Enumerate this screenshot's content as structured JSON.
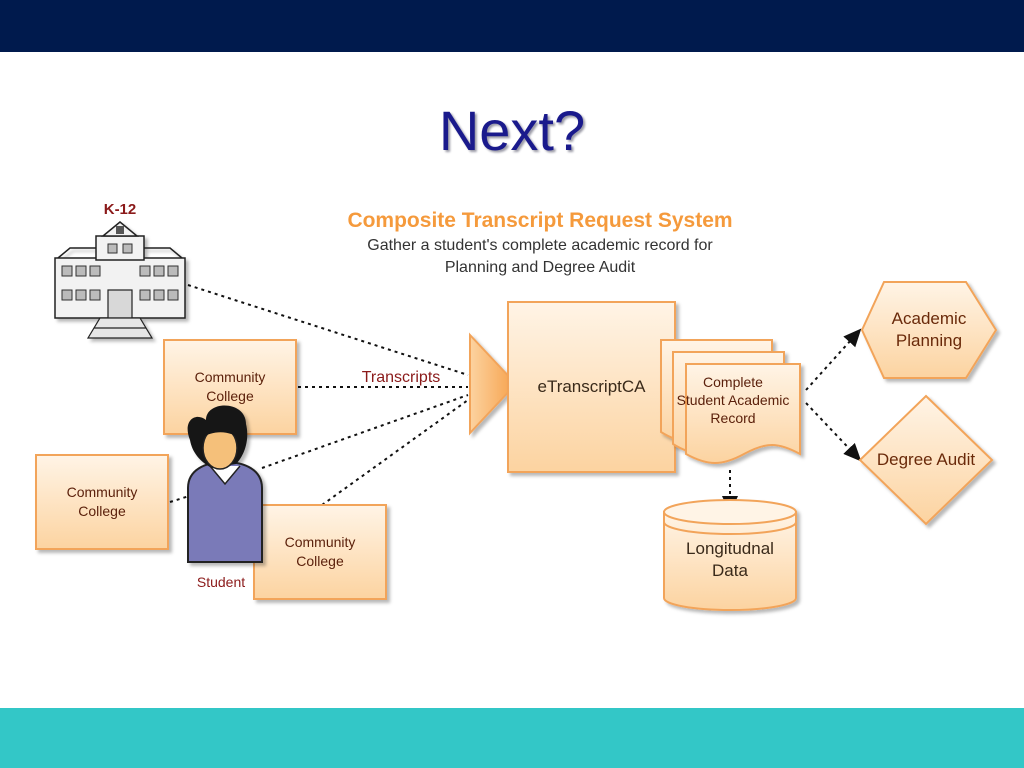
{
  "slide": {
    "title": "Next?"
  },
  "system": {
    "title": "Composite Transcript Request System",
    "subtitle_line1": "Gather a student's complete academic record for",
    "subtitle_line2": "Planning and Degree Audit"
  },
  "sources": {
    "k12_label": "K-12",
    "community_college_line1": "Community",
    "community_college_line2": "College",
    "student_label": "Student"
  },
  "flow": {
    "transcripts_label": "Transcripts"
  },
  "hub": {
    "label": "eTranscriptCA"
  },
  "record": {
    "line1": "Complete",
    "line2": "Student Academic",
    "line3": "Record"
  },
  "storage": {
    "line1": "Longitudnal",
    "line2": "Data"
  },
  "outputs": {
    "planning_line1": "Academic",
    "planning_line2": "Planning",
    "audit": "Degree Audit"
  },
  "colors": {
    "header": "#001a4d",
    "footer": "#33c7c7",
    "title": "#1a1a8c",
    "box_fill_top": "#fff4e6",
    "box_fill_bottom": "#fcd3a0",
    "box_stroke": "#f2a45a",
    "system_title": "#f59a3c"
  }
}
